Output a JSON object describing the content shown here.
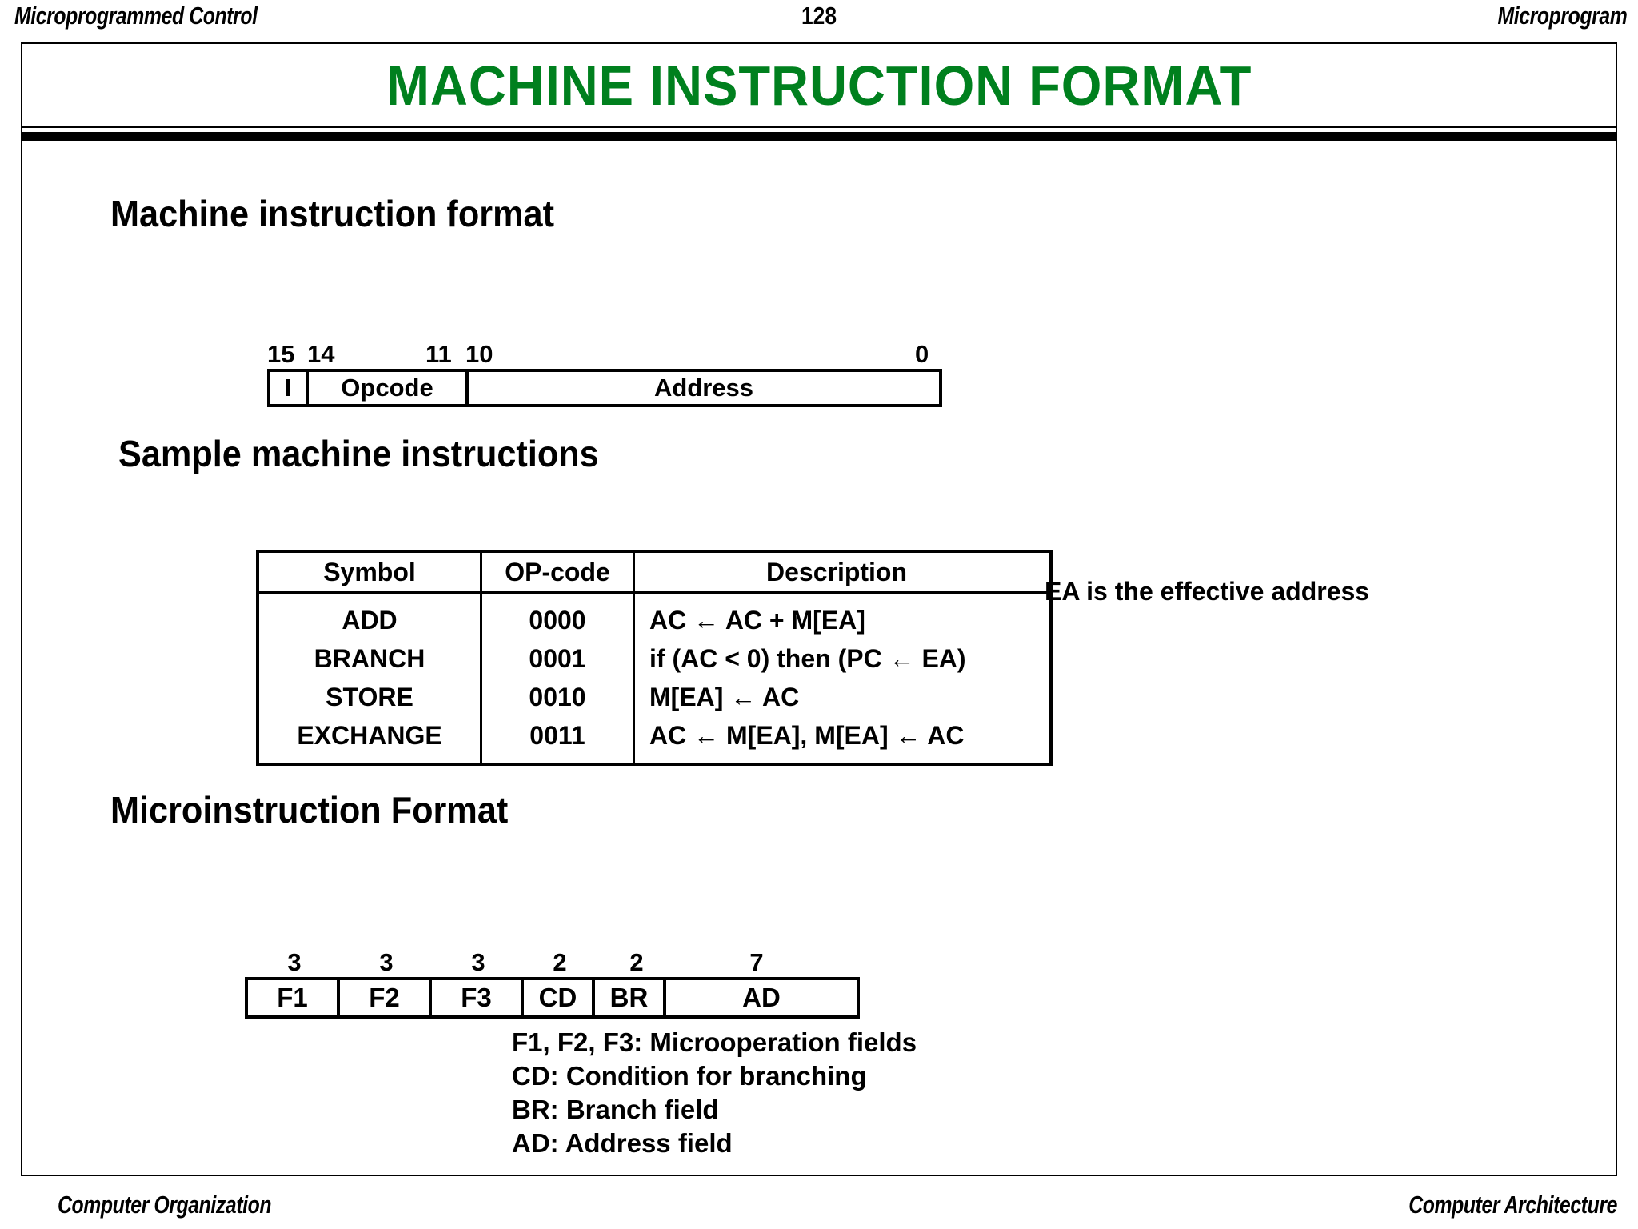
{
  "header": {
    "left": "Microprogrammed Control",
    "page_number": "128",
    "right": "Microprogram"
  },
  "footer": {
    "left": "Computer Organization",
    "right": "Computer Architecture"
  },
  "slide": {
    "title": "MACHINE  INSTRUCTION  FORMAT",
    "title_color": "#00801e"
  },
  "sections": {
    "machine_format_heading": "Machine instruction format",
    "sample_heading": "Sample machine instructions",
    "micro_format_heading": "Microinstruction Format"
  },
  "instruction_format": {
    "bit_labels": [
      "15",
      "14",
      "11",
      "10",
      "0"
    ],
    "fields": [
      {
        "name": "I"
      },
      {
        "name": "Opcode"
      },
      {
        "name": "Address"
      }
    ]
  },
  "sample_table": {
    "columns": [
      "Symbol",
      "OP-code",
      "Description"
    ],
    "rows": [
      {
        "symbol": "ADD",
        "opcode": "0000",
        "description": "AC ← AC + M[EA]"
      },
      {
        "symbol": "BRANCH",
        "opcode": "0001",
        "description": "if (AC < 0) then (PC ←  EA)"
      },
      {
        "symbol": "STORE",
        "opcode": "0010",
        "description": "M[EA] ←  AC"
      },
      {
        "symbol": "EXCHANGE",
        "opcode": "0011",
        "description": "AC ←  M[EA], M[EA] ←  AC"
      }
    ]
  },
  "ea_note": "EA is the effective address",
  "microinstruction_format": {
    "fields": [
      {
        "name": "F1",
        "width": "3"
      },
      {
        "name": "F2",
        "width": "3"
      },
      {
        "name": "F3",
        "width": "3"
      },
      {
        "name": "CD",
        "width": "2"
      },
      {
        "name": "BR",
        "width": "2"
      },
      {
        "name": "AD",
        "width": "7"
      }
    ]
  },
  "micro_legend": [
    "F1, F2, F3: Microoperation fields",
    "CD: Condition for branching",
    "BR: Branch field",
    "AD: Address field"
  ]
}
